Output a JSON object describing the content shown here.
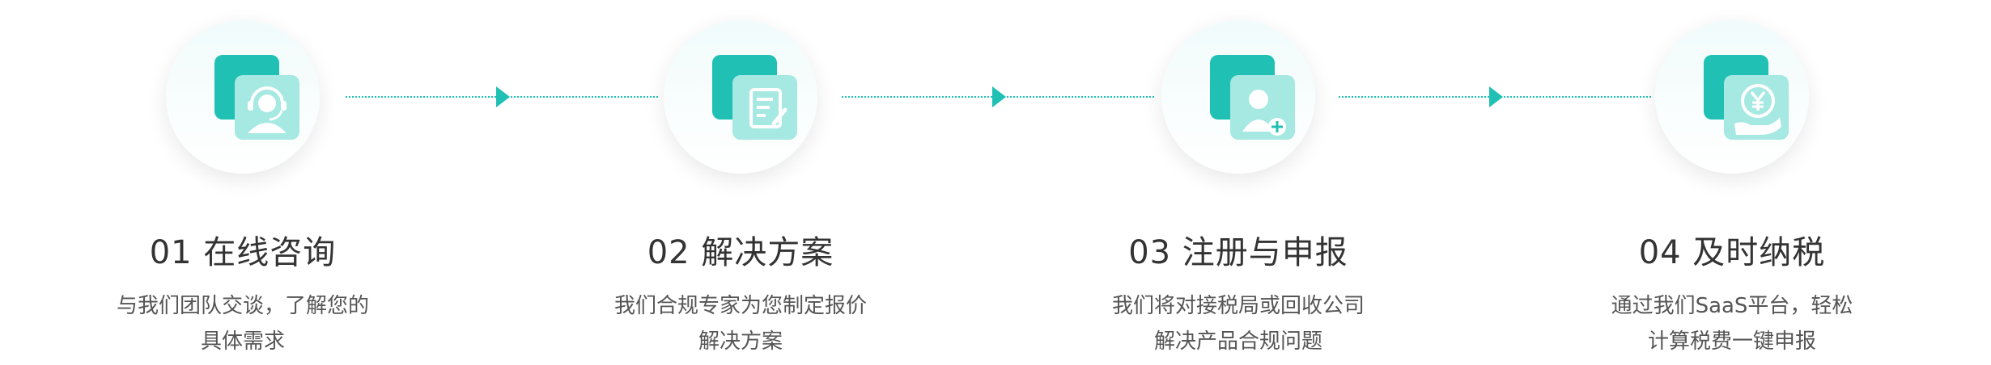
{
  "colors": {
    "accent": "#20c0b4",
    "accent_light": "#a6e8e2",
    "title_text": "#333333",
    "desc_text": "#555555"
  },
  "steps": [
    {
      "icon": "customer-service-headset-icon",
      "title": "01 在线咨询",
      "desc_line1": "与我们团队交谈，了解您的",
      "desc_line2": "具体需求"
    },
    {
      "icon": "document-edit-icon",
      "title": "02 解决方案",
      "desc_line1": "我们合规专家为您制定报价",
      "desc_line2": "解决方案"
    },
    {
      "icon": "user-plus-icon",
      "title": "03 注册与申报",
      "desc_line1": "我们将对接税局或回收公司",
      "desc_line2": "解决产品合规问题"
    },
    {
      "icon": "yuan-hand-icon",
      "title": "04 及时纳税",
      "desc_line1": "通过我们SaaS平台，轻松",
      "desc_line2": "计算税费一键申报"
    }
  ]
}
